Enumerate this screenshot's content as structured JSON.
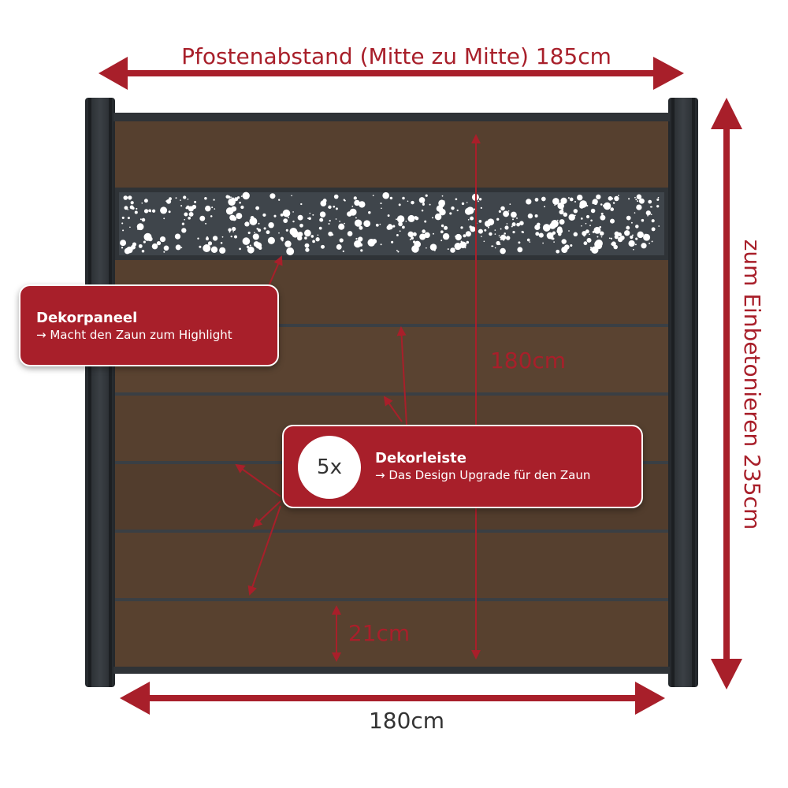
{
  "dimensions": {
    "post_spacing": "Pfostenabstand (Mitte zu Mitte) 185cm",
    "panel_height": "180cm",
    "board_height": "21cm",
    "panel_width": "180cm",
    "post_length": "zum Einbetonieren 235cm"
  },
  "callouts": {
    "dekorpaneel": {
      "title": "Dekorpaneel",
      "subtitle": "→ Macht den Zaun zum Highlight"
    },
    "dekorleiste": {
      "badge": "5x",
      "title": "Dekorleiste",
      "subtitle": "→ Das Design Upgrade für den Zaun"
    }
  },
  "colors": {
    "accent_red": "#a81f2a",
    "post_anthracite": "#2f3337",
    "wood_brown": "#56402f",
    "strip_dark": "#3a3f44"
  }
}
